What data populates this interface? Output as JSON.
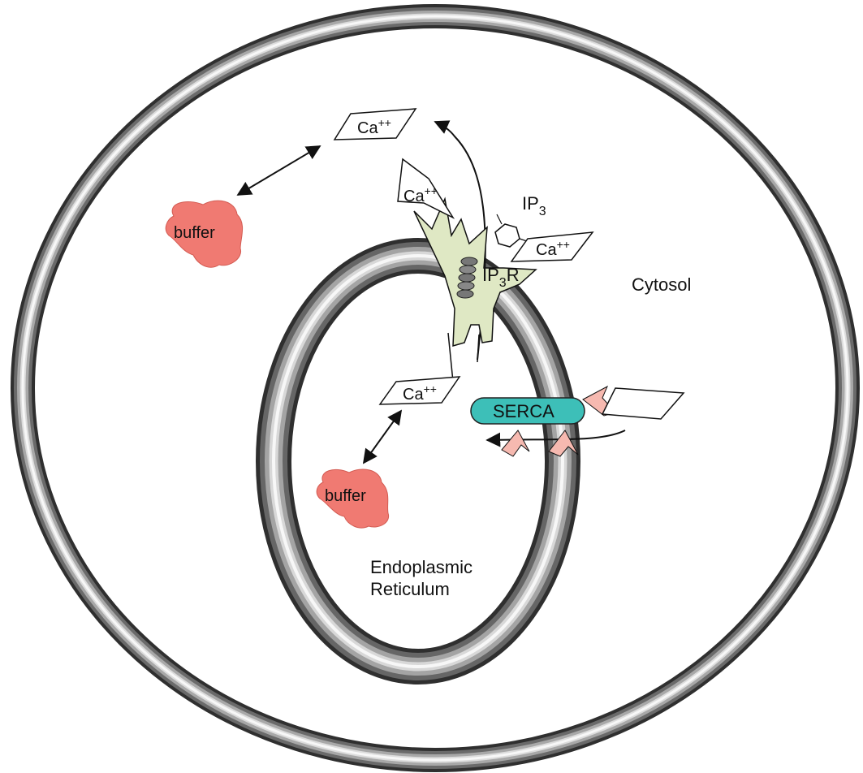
{
  "labels": {
    "ca": "Ca",
    "ca_charge": "++",
    "buffer": "buffer",
    "ip3_prefix": "IP",
    "ip3_sub": "3",
    "ip3r_prefix": "IP",
    "ip3r_sub": "3",
    "ip3r_suffix": "R",
    "serca": "SERCA",
    "cytosol": "Cytosol",
    "er_line1": "Endoplasmic",
    "er_line2": "Reticulum"
  },
  "colors": {
    "membrane_dark": "#3a3a3a",
    "membrane_light": "#f2f2f2",
    "buffer_fill": "#f07a72",
    "receptor_fill": "#dfe8c4",
    "serca_fill": "#3dbfb8",
    "arrowhead_fill": "#f6b9b0"
  }
}
